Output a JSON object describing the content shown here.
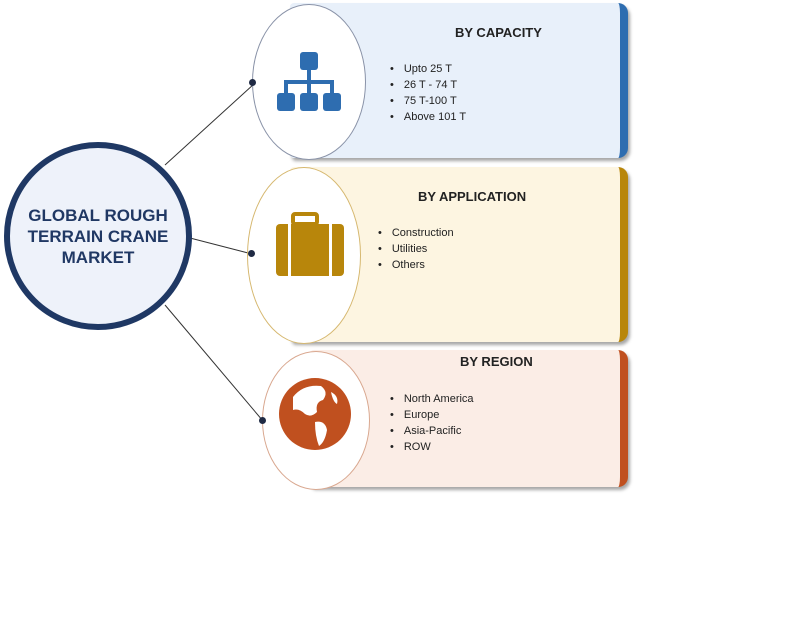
{
  "center": {
    "title": "GLOBAL ROUGH TERRAIN CRANE MARKET"
  },
  "segments": [
    {
      "title": "BY CAPACITY",
      "icon": "hierarchy-icon",
      "color": "#2e6db0",
      "items": [
        "Upto 25 T",
        "26 T - 74 T",
        "75 T-100 T",
        "Above 101 T"
      ]
    },
    {
      "title": "BY APPLICATION",
      "icon": "briefcase-icon",
      "color": "#b8860b",
      "items": [
        "Construction",
        "Utilities",
        "Others"
      ]
    },
    {
      "title": "BY REGION",
      "icon": "globe-icon",
      "color": "#c0501f",
      "items": [
        "North America",
        "Europe",
        "Asia-Pacific",
        "ROW"
      ]
    }
  ]
}
